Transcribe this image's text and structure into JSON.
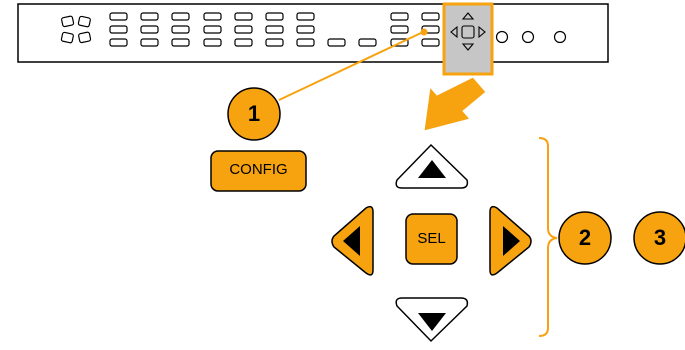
{
  "buttons": {
    "config": "CONFIG",
    "sel": "SEL"
  },
  "callouts": [
    "1",
    "2",
    "3"
  ],
  "colors": {
    "orange": "#f7a30f",
    "panel_highlight": "#c6c6c6",
    "stroke": "#000000",
    "panel_bg": "#ffffff"
  },
  "icons": {
    "panel_logo": "four-square-logo-icon",
    "arrow_up": "triangle-up-icon",
    "arrow_down": "triangle-down-icon",
    "arrow_left": "triangle-left-icon",
    "arrow_right": "triangle-right-icon",
    "zoom_arrow": "big-pointer-arrow-icon",
    "bracket": "curly-brace-icon"
  }
}
